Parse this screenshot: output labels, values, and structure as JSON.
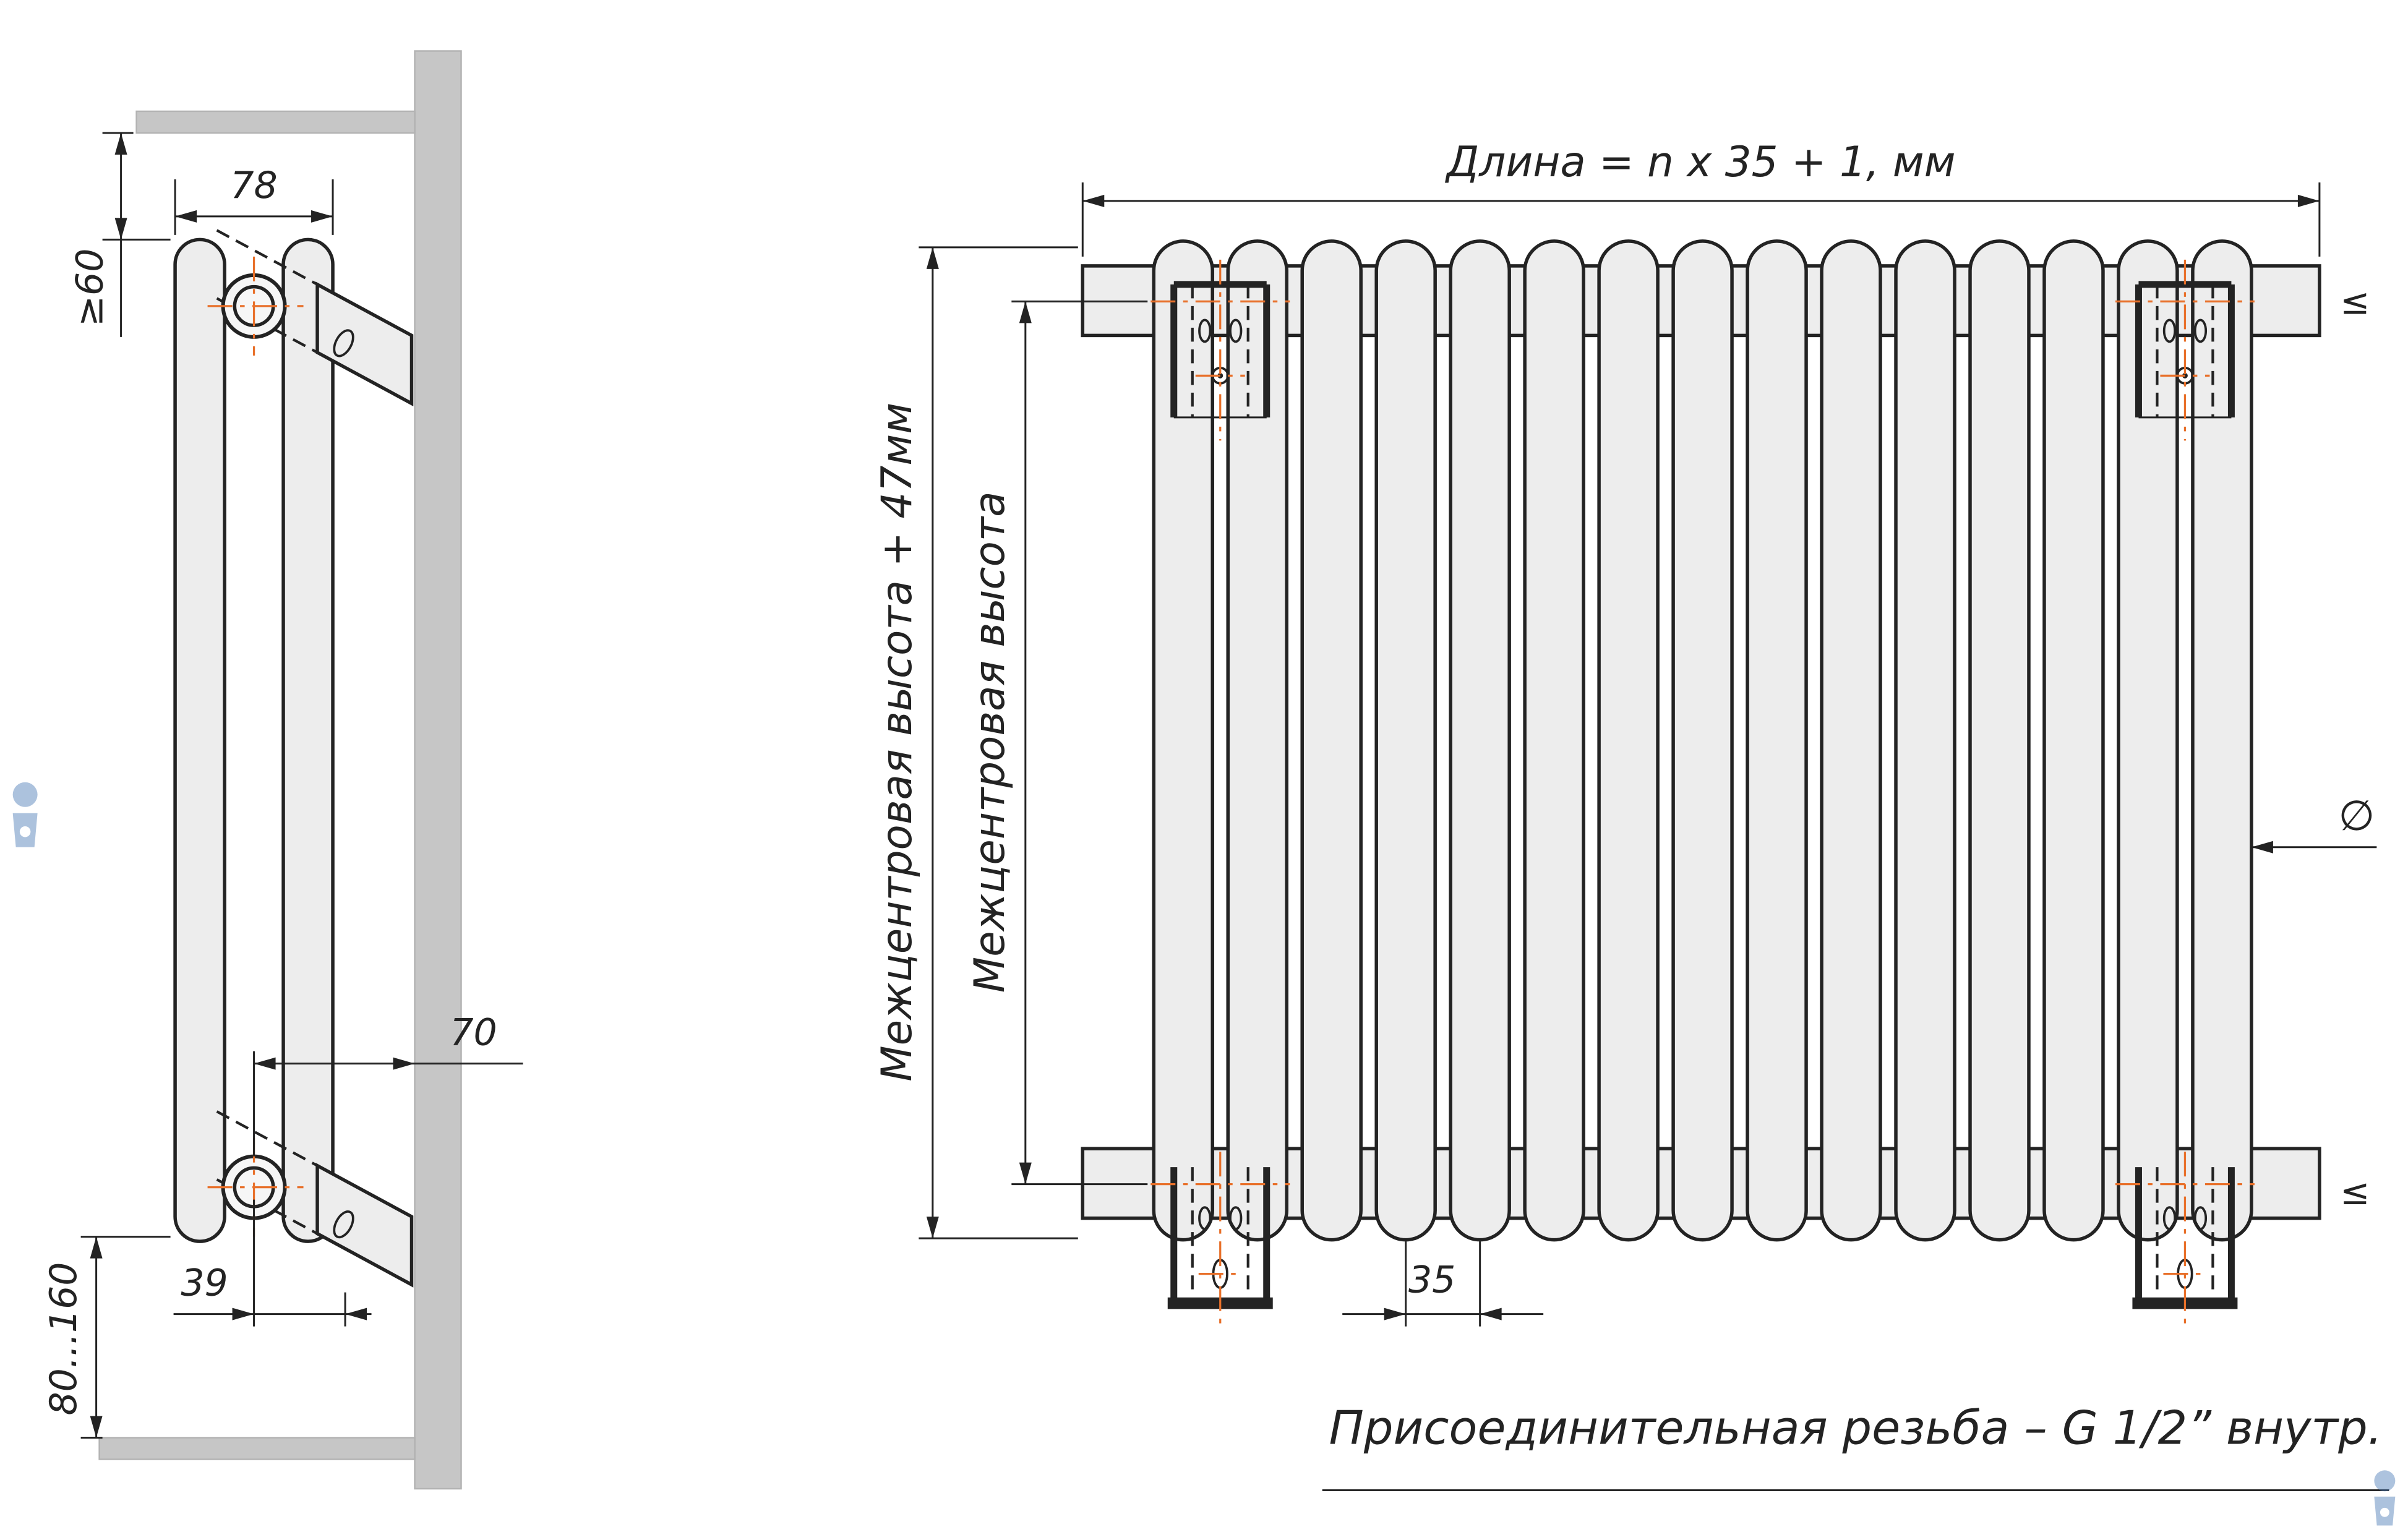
{
  "side_view": {
    "depth": "78",
    "top_clearance": "≥60",
    "wall_to_axis": "70",
    "bracket_offset": "39",
    "floor_clearance": "80...160"
  },
  "front_view": {
    "length_formula": "Длина = n x 35 + 1, мм",
    "overall_height": "Межцентровая высота + 47мм",
    "center_height": "Межцентровая высота",
    "pitch": "35",
    "diameter": "∅",
    "weld_top": "≤",
    "weld_bottom": "≤"
  },
  "note": "Присоединительная резьба – G 1/2” внутр.",
  "colors": {
    "line": "#232323",
    "wall": "#c6c6c6",
    "part-fill": "#ededed",
    "centerline": "#e8702a",
    "watermark": "#4a7ab5",
    "background": "#ffffff"
  }
}
